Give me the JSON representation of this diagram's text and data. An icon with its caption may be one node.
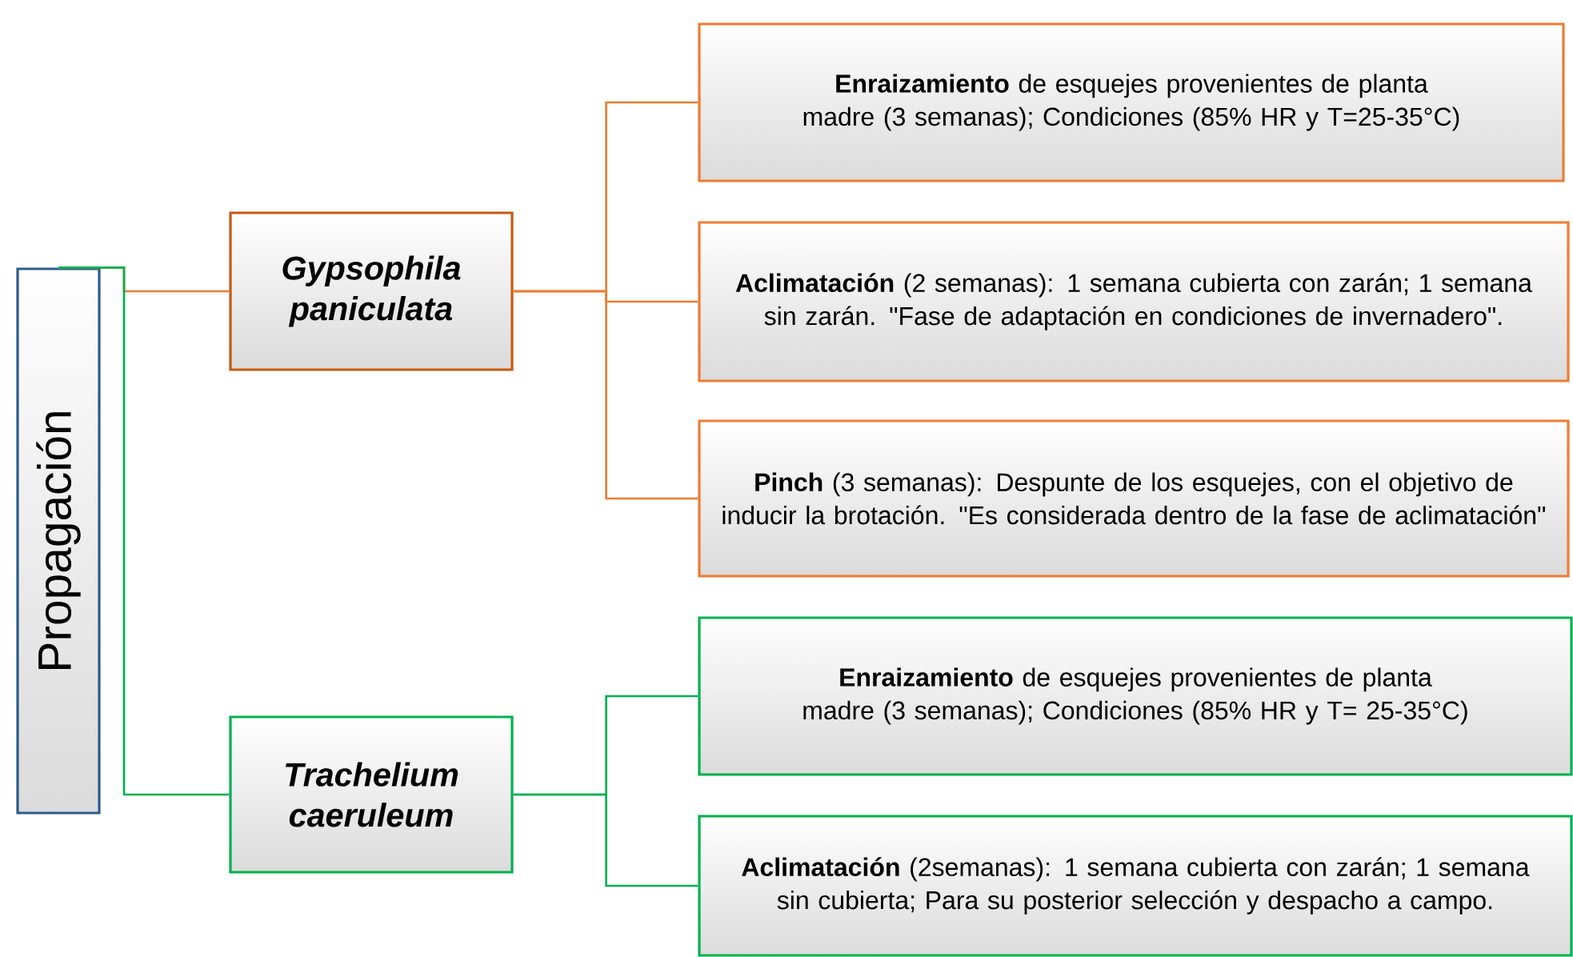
{
  "diagram": {
    "nodes": [
      {
        "text": [
          "Propagación"
        ]
      },
      {
        "text": [
          "Gypsophila paniculata"
        ]
      },
      {
        "text": [
          "**Enraizamiento** de esquejes provenientes de planta madre (3 semanas); Condiciones (85% HR y T=25-35°C)"
        ]
      },
      {
        "text": [
          "**Aclimatación** (2 semanas): 1 semana cubierta con zarán; 1 semana sin zarán. \"Fase de adaptación en condiciones de invernadero\"."
        ]
      },
      {
        "text": [
          "**Pinch** (3 semanas): Despunte de los esquejes, con el objetivo de inducir la brotación. \"Es considerada dentro de la fase de aclimatación\""
        ]
      },
      {
        "text": [
          "Trachelium caeruleum"
        ]
      },
      {
        "text": [
          "**Enraizamiento** de esquejes provenientes de planta madre (3 semanas); Condiciones (85% HR y T= 25-35°C)"
        ]
      },
      {
        "text": [
          "**Aclimatación** (2semanas): 1 semana cubierta con zarán; 1 semana sin cubierta; Para su posterior selección y despacho a campo."
        ]
      }
    ],
    "edges": [
      {
        "from": 0,
        "to": 1,
        "arrow": "none"
      },
      {
        "from": 0,
        "to": 5,
        "arrow": "none",
        "color": "#00b050"
      },
      {
        "from": 1,
        "to": 2,
        "arrow": "none"
      },
      {
        "from": 1,
        "to": 3,
        "arrow": "none"
      },
      {
        "from": 1,
        "to": 4,
        "arrow": "none"
      },
      {
        "from": 5,
        "to": 6,
        "arrow": "none",
        "color": "#00b050"
      },
      {
        "from": 5,
        "to": 7,
        "arrow": "none",
        "color": "#00b050"
      }
    ]
  }
}
